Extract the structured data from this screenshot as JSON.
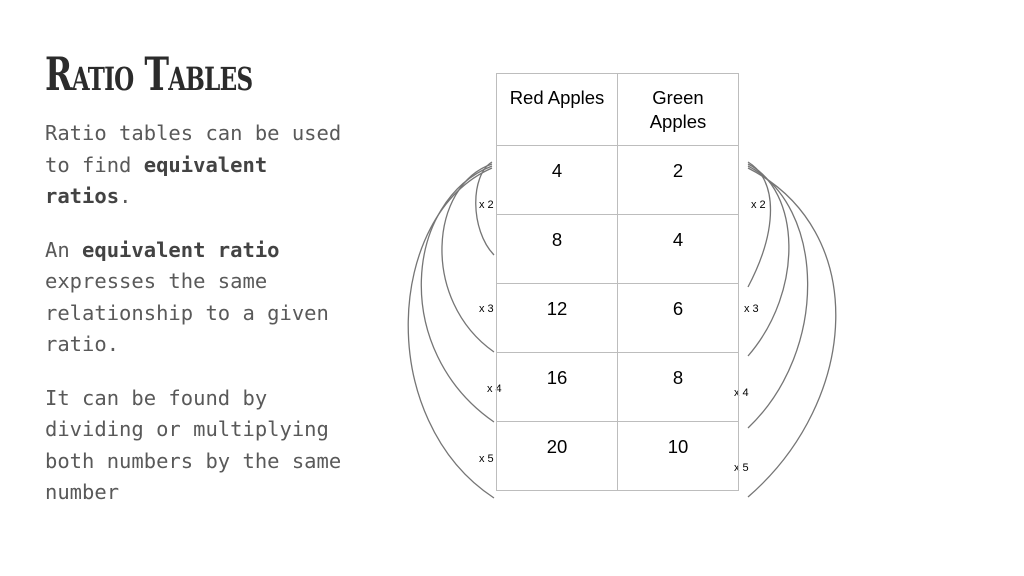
{
  "slide": {
    "title": "Ratio Tables",
    "p1_before": "Ratio tables can be used to find ",
    "p1_bold": "equivalent ratios",
    "p1_after": ".",
    "p2_before": "An ",
    "p2_bold": "equivalent ratio",
    "p2_after": " expresses the same relationship to a given ratio.",
    "p3": "It can be found by dividing or multiplying both numbers by the same number"
  },
  "table": {
    "headers": [
      "Red Apples",
      "Green Apples"
    ],
    "rows": [
      [
        "4",
        "2"
      ],
      [
        "8",
        "4"
      ],
      [
        "12",
        "6"
      ],
      [
        "16",
        "8"
      ],
      [
        "20",
        "10"
      ]
    ]
  },
  "multipliers": {
    "left": [
      "x 2",
      "x 3",
      "x 4",
      "x 5"
    ],
    "right": [
      "x 2",
      "x 3",
      "x 4",
      "x 5"
    ]
  }
}
